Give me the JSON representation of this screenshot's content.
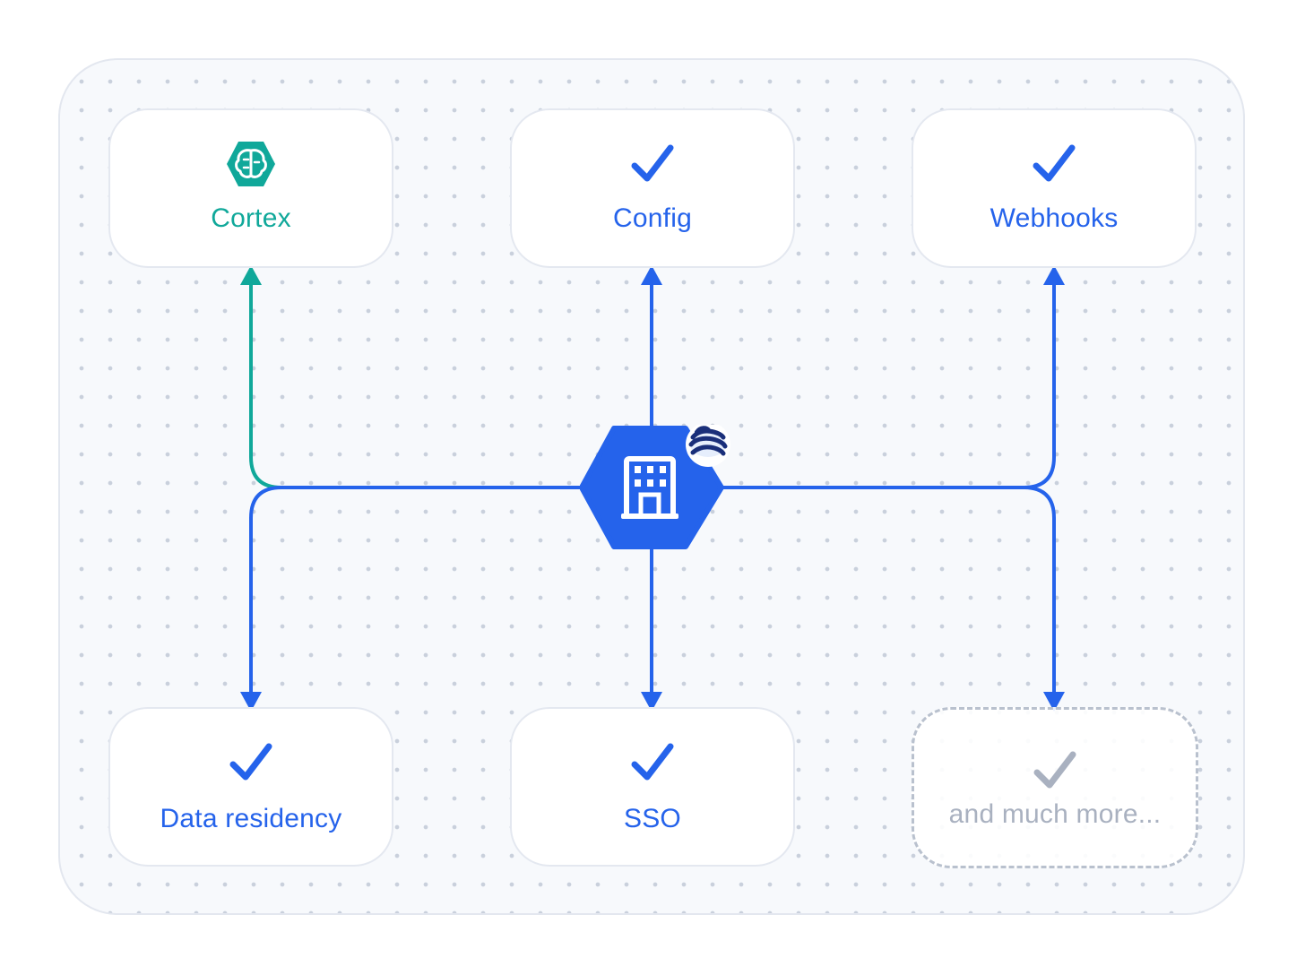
{
  "colors": {
    "blue": "#2563eb",
    "teal": "#10a89a",
    "muted": "#a9b1c0",
    "card_border": "#e4e8f0"
  },
  "hub": {
    "icon": "building-icon",
    "badge_icon": "spiral-logo-icon"
  },
  "cards": {
    "cortex": {
      "label": "Cortex",
      "icon": "brain-hexagon-icon"
    },
    "config": {
      "label": "Config",
      "icon": "checkmark-icon"
    },
    "webhooks": {
      "label": "Webhooks",
      "icon": "checkmark-icon"
    },
    "data_residency": {
      "label": "Data residency",
      "icon": "checkmark-icon"
    },
    "sso": {
      "label": "SSO",
      "icon": "checkmark-icon"
    },
    "more": {
      "label": "and much more...",
      "icon": "checkmark-icon"
    }
  }
}
